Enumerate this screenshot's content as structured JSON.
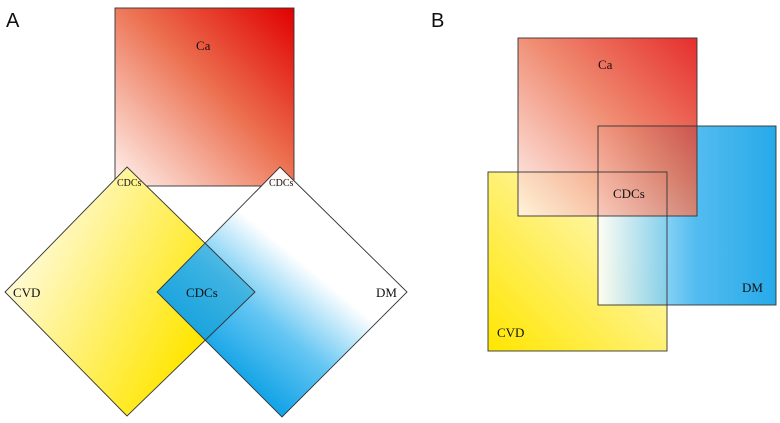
{
  "panels": {
    "a": {
      "label": "A",
      "ca": "Ca",
      "cvd": "CVD",
      "dm": "DM",
      "cdcs_center": "CDCs",
      "cdcs_left": "CDCs",
      "cdcs_right": "CDCs"
    },
    "b": {
      "label": "B",
      "ca": "Ca",
      "cvd": "CVD",
      "dm": "DM",
      "cdcs_center": "CDCs"
    }
  },
  "colors": {
    "ca_strong": "#e00000",
    "ca_mid": "#ec6f4f",
    "ca_light": "#fff4f0",
    "cvd_strong": "#ffe600",
    "cvd_light": "#fffbe6",
    "dm_strong": "#0a9ee6",
    "dm_light": "#ffffff",
    "stroke": "#333333"
  }
}
